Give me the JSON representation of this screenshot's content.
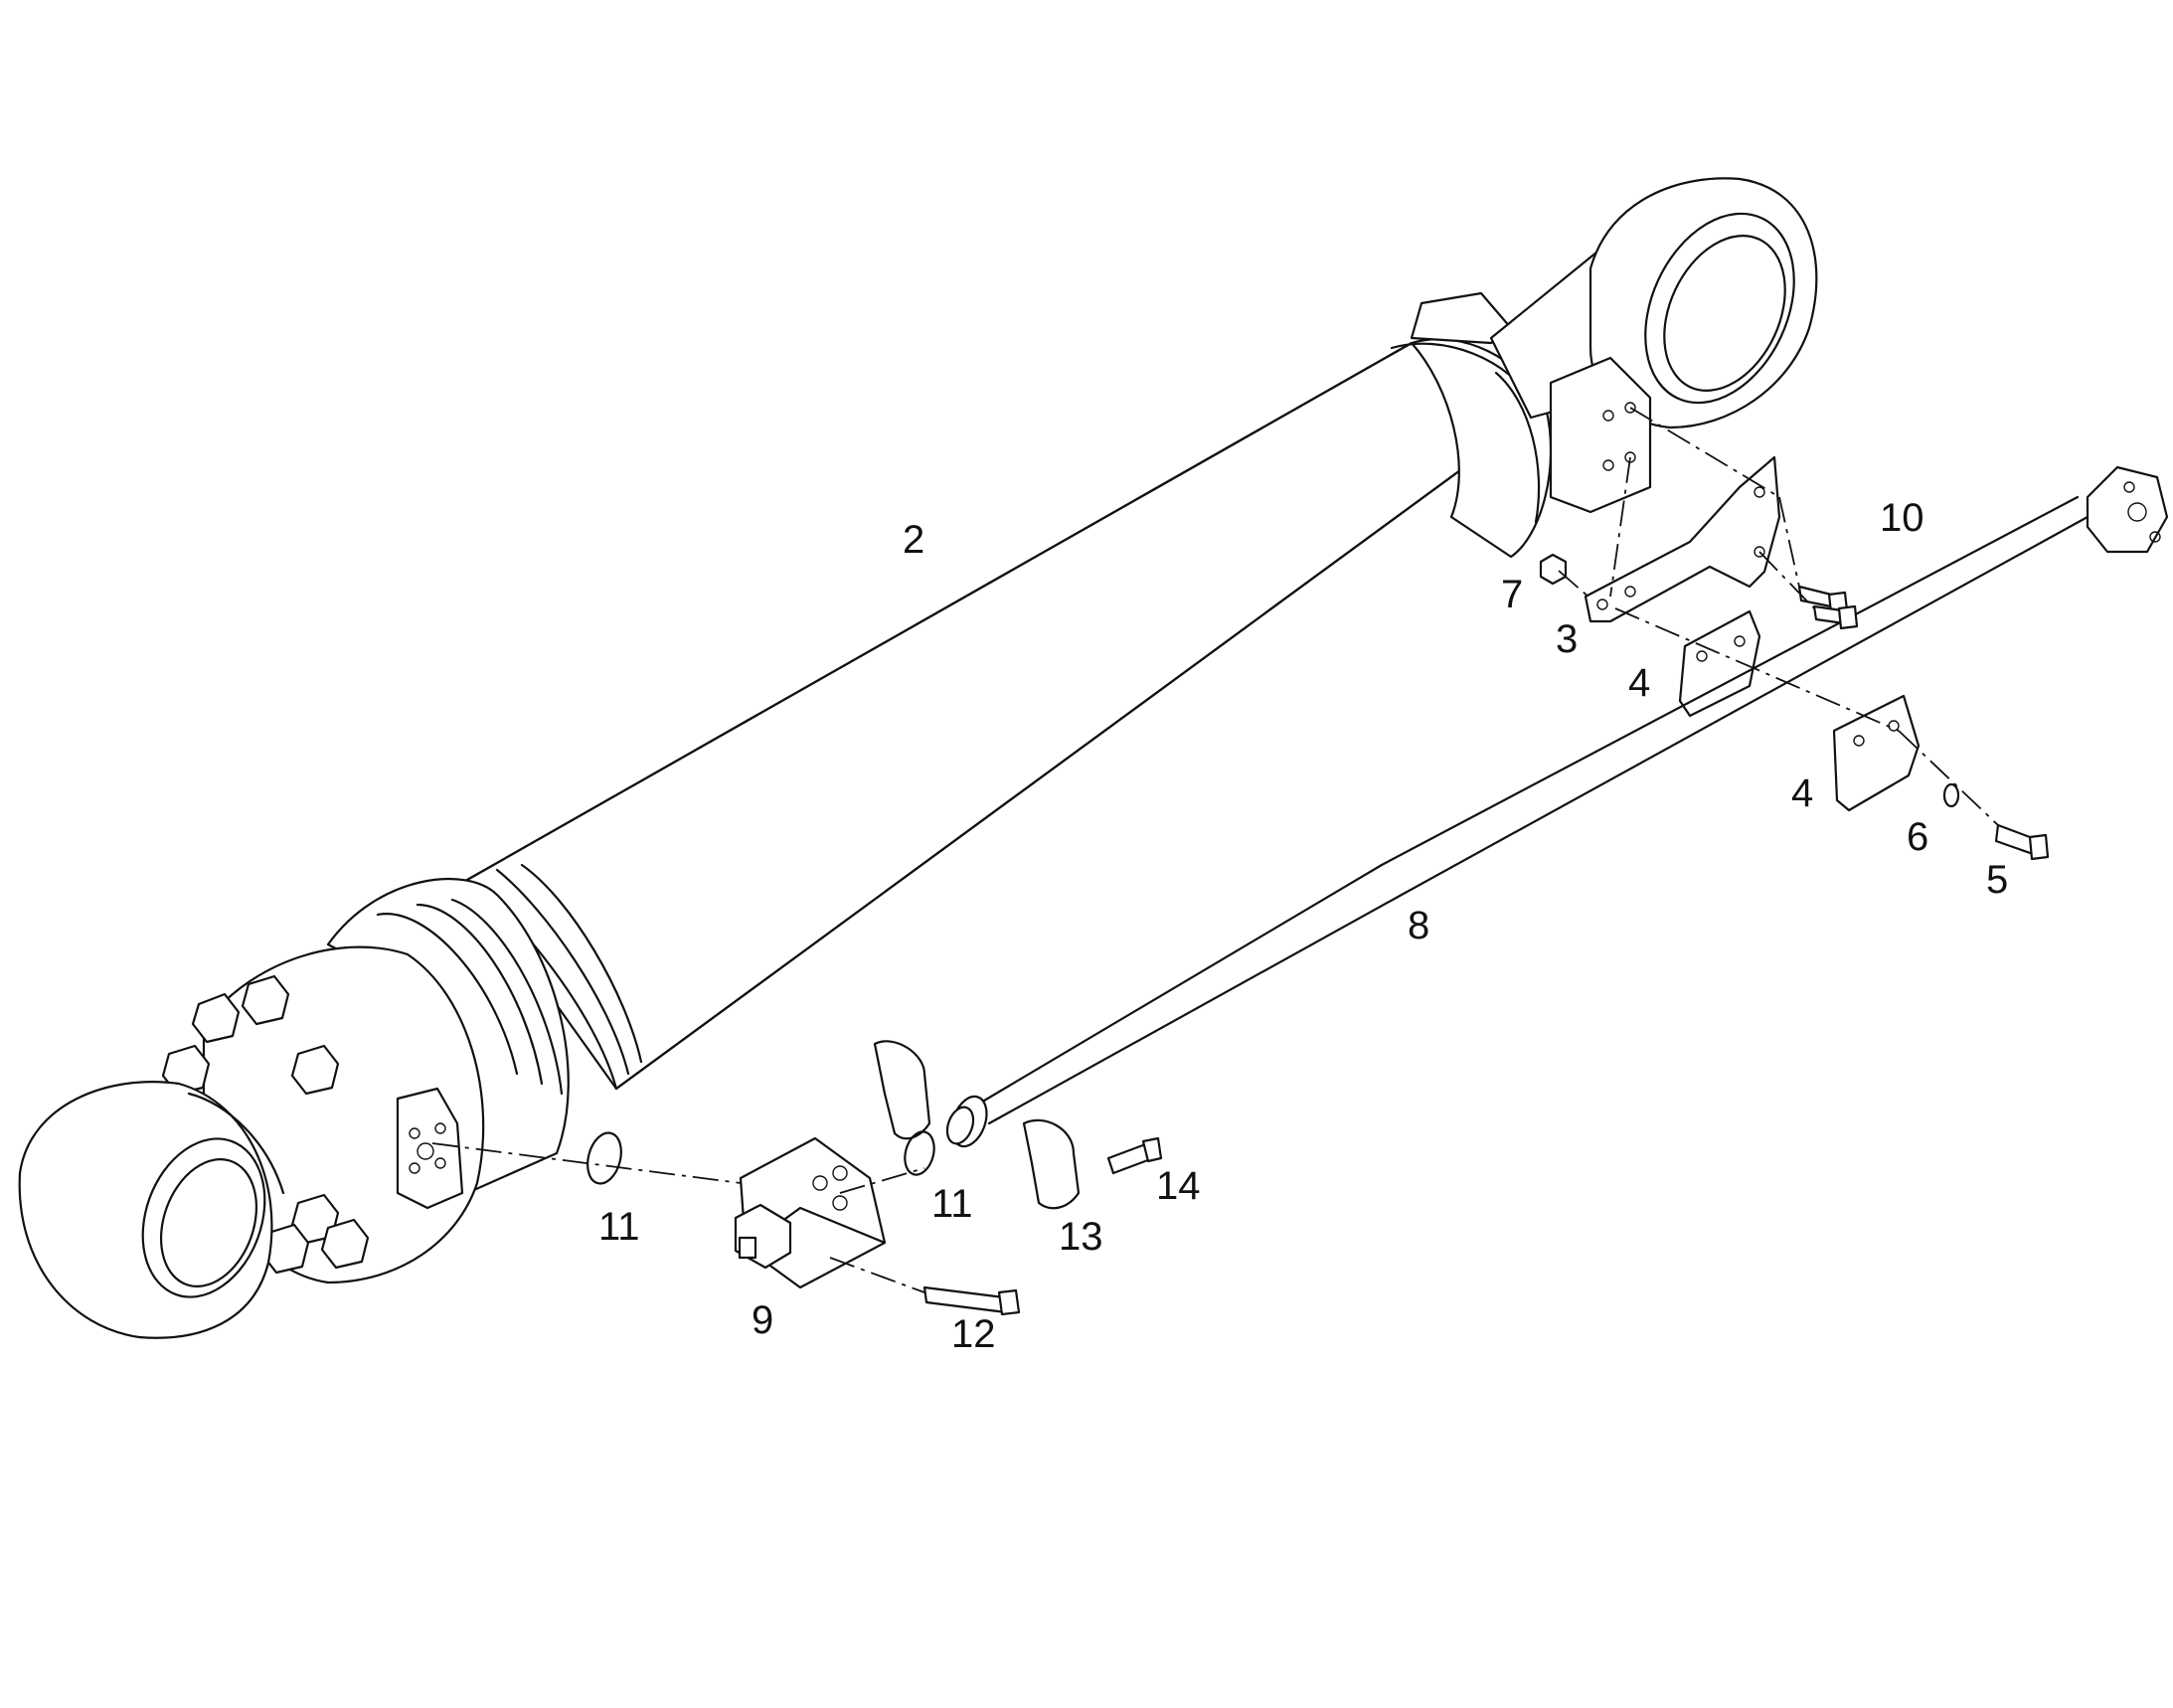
{
  "labels": [
    {
      "id": "part-2",
      "text": "2"
    },
    {
      "id": "part-10",
      "text": "10"
    },
    {
      "id": "part-7",
      "text": "7"
    },
    {
      "id": "part-3",
      "text": "3"
    },
    {
      "id": "part-4a",
      "text": "4"
    },
    {
      "id": "part-4b",
      "text": "4"
    },
    {
      "id": "part-6",
      "text": "6"
    },
    {
      "id": "part-5",
      "text": "5"
    },
    {
      "id": "part-8",
      "text": "8"
    },
    {
      "id": "part-11a",
      "text": "11"
    },
    {
      "id": "part-11b",
      "text": "11"
    },
    {
      "id": "part-13",
      "text": "13"
    },
    {
      "id": "part-14",
      "text": "14"
    },
    {
      "id": "part-9",
      "text": "9"
    },
    {
      "id": "part-12",
      "text": "12"
    }
  ]
}
